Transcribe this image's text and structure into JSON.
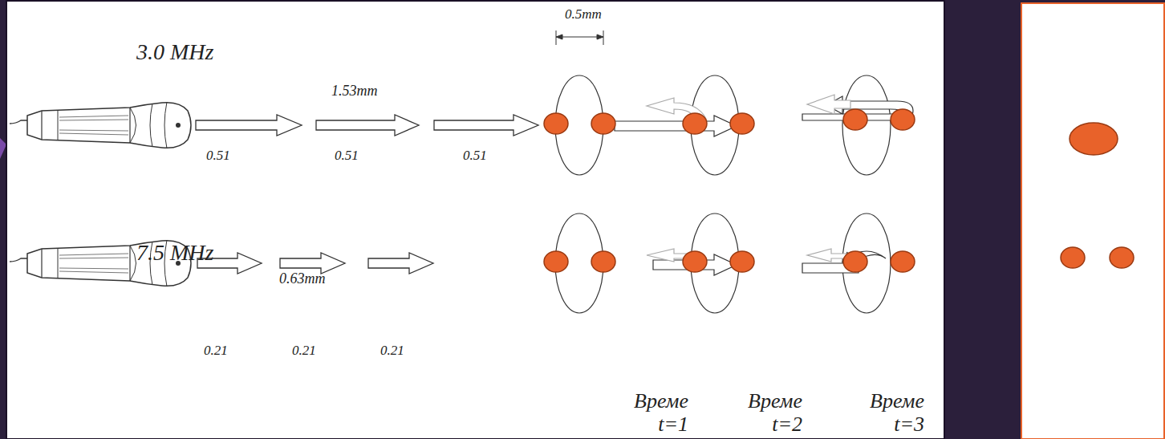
{
  "diagram": {
    "labels": [
      "3.0 MHz",
      "1.53mm",
      "0.51",
      "0.51",
      "0.51",
      "0.5mm",
      "7.5 MHz",
      "0.63mm",
      "0.21",
      "0.21",
      "0.21",
      "Време t=1",
      "Време t=2",
      "Време t=3"
    ]
  }
}
